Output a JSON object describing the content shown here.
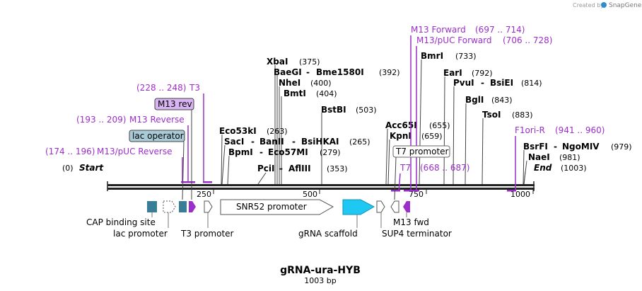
{
  "credit": {
    "text": "Created by",
    "brand": "SnapGene",
    "icon": "snapgene-logo-icon"
  },
  "plasmid": {
    "name": "gRNA-ura-HYB",
    "length_label": "1003 bp"
  },
  "ruler": {
    "ticks": [
      "250",
      "500",
      "750",
      "1000"
    ]
  },
  "ends": {
    "start_pos": "(0)",
    "start_label": "Start",
    "end_label": "End",
    "end_pos": "(1003)"
  },
  "sites": [
    {
      "name": "XbaI",
      "pos": "(375)"
    },
    {
      "name": "BaeGI",
      "alt": "Bme1580I",
      "pos": "(392)"
    },
    {
      "name": "NheI",
      "pos": "(400)"
    },
    {
      "name": "BmtI",
      "pos": "(404)"
    },
    {
      "name": "BstBI",
      "pos": "(503)"
    },
    {
      "name": "Eco53kI",
      "pos": "(263)"
    },
    {
      "name": "SacI",
      "alt": "BanII",
      "alt2": "BsiHKAI",
      "pos": "(265)"
    },
    {
      "name": "BpmI",
      "alt": "Eco57MI",
      "pos": "(279)"
    },
    {
      "name": "PciI",
      "alt": "AflIII",
      "pos": "(353)"
    },
    {
      "name": "Acc65I",
      "pos": "(655)"
    },
    {
      "name": "KpnI",
      "pos": "(659)"
    },
    {
      "name": "BmrI",
      "pos": "(733)"
    },
    {
      "name": "EarI",
      "pos": "(792)"
    },
    {
      "name": "PvuI",
      "alt": "BsiEI",
      "pos": "(814)"
    },
    {
      "name": "BglI",
      "pos": "(843)"
    },
    {
      "name": "TsoI",
      "pos": "(883)"
    },
    {
      "name": "BsrFI",
      "alt": "NgoMIV",
      "pos": "(979)"
    },
    {
      "name": "NaeI",
      "pos": "(981)"
    }
  ],
  "primers": [
    {
      "name": "M13/pUC Reverse",
      "range": "(174 .. 196)"
    },
    {
      "name": "M13 Reverse",
      "range": "(193 .. 209)"
    },
    {
      "name": "T3",
      "range": "(228 .. 248)"
    },
    {
      "name": "M13 Forward",
      "range": "(697 .. 714)"
    },
    {
      "name": "M13/pUC Forward",
      "range": "(706 .. 728)"
    },
    {
      "name": "T7",
      "range": "(668 .. 687)"
    },
    {
      "name": "F1ori-R",
      "range": "(941 .. 960)"
    }
  ],
  "boxed_features": [
    {
      "name": "M13 rev",
      "color": "#d8b4f2"
    },
    {
      "name": "lac operator",
      "color": "#a9cbd8"
    },
    {
      "name": "T7 promoter",
      "color": "#ffffff"
    }
  ],
  "features": [
    {
      "name": "CAP binding site"
    },
    {
      "name": "lac promoter"
    },
    {
      "name": "T3 promoter"
    },
    {
      "name": "SNR52 promoter"
    },
    {
      "name": "gRNA scaffold"
    },
    {
      "name": "SUP4 terminator"
    },
    {
      "name": "M13 fwd"
    }
  ],
  "colors": {
    "primer": "#9b2fc9",
    "scaffold": "#1ec8f2",
    "operator": "#3a7d96",
    "backbone": "#222222"
  }
}
